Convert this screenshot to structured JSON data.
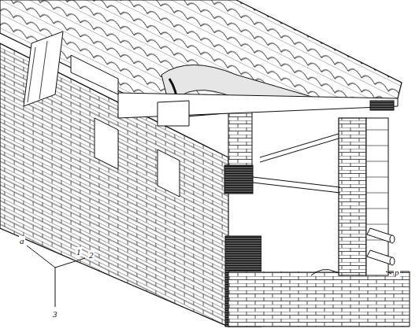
{
  "diagram": {
    "labels": [
      "a",
      "1",
      "2",
      "3",
      "p"
    ]
  }
}
